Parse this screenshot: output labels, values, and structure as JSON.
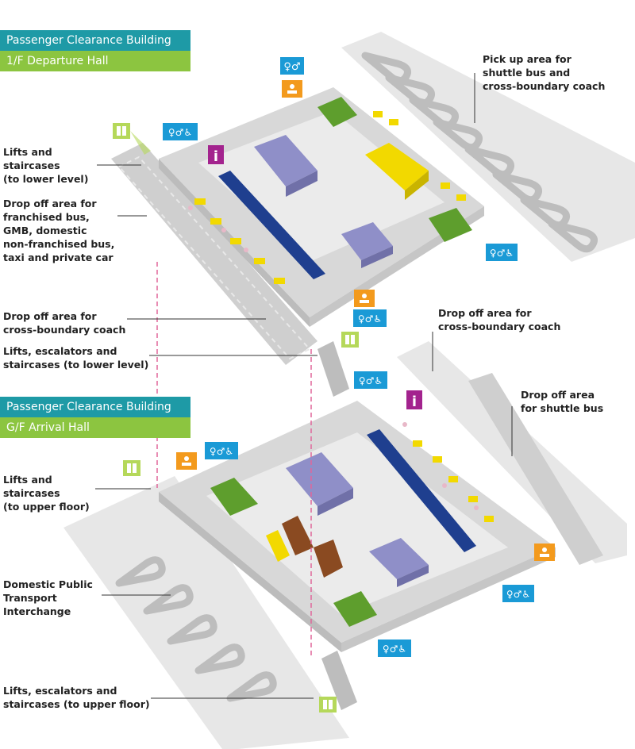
{
  "departure": {
    "building": "Passenger Clearance Building",
    "hall": "1/F Departure Hall"
  },
  "arrival": {
    "building": "Passenger Clearance Building",
    "hall": "G/F Arrival Hall"
  },
  "labels": {
    "lifts_lower_1": "Lifts and",
    "lifts_lower_2": "staircases",
    "lifts_lower_3": "(to lower level)",
    "dropoff_franchised_1": "Drop off area for",
    "dropoff_franchised_2": "franchised bus,",
    "dropoff_franchised_3": "GMB, domestic",
    "dropoff_franchised_4": "non-franchised bus,",
    "dropoff_franchised_5": "taxi and private car",
    "dropoff_coach_top_1": "Drop off area for",
    "dropoff_coach_top_2": "cross-boundary coach",
    "lifts_esc_lower_1": "Lifts, escalators and",
    "lifts_esc_lower_2": "staircases (to lower level)",
    "pickup_1": "Pick up area for",
    "pickup_2": "shuttle bus and",
    "pickup_3": "cross-boundary coach",
    "dropoff_coach_right_1": "Drop off area for",
    "dropoff_coach_right_2": "cross-boundary coach",
    "dropoff_shuttle_1": "Drop off area",
    "dropoff_shuttle_2": "for shuttle bus",
    "lifts_upper_1": "Lifts and",
    "lifts_upper_2": "staircases",
    "lifts_upper_3": "(to upper floor)",
    "dpti_1": "Domestic Public",
    "dpti_2": "Transport",
    "dpti_3": "Interchange",
    "lifts_esc_upper_1": "Lifts, escalators and",
    "lifts_esc_upper_2": "staircases (to upper floor)",
    "info_glyph_1": "i",
    "info_glyph_2": "i"
  },
  "colors": {
    "teal": "#1e9aa6",
    "green_title": "#8cc540",
    "lift": "#b5d85a",
    "toilet": "#1a9ad6",
    "baby": "#f39a1d",
    "info": "#a3238e",
    "floor": "#d9d9d9",
    "hall_floor": "#ececec",
    "block": "#8f8fc8",
    "yellow": "#f2d900",
    "navy": "#1f3f8f",
    "brown": "#8a4a21",
    "pink": "#e8b8c8",
    "green_kiosk": "#5e9e2d"
  },
  "icons": {
    "lift": "lift-icon",
    "toilet": "toilet-icon",
    "accessible": "wheelchair-icon",
    "baby": "baby-care-icon",
    "info": "information-icon"
  }
}
